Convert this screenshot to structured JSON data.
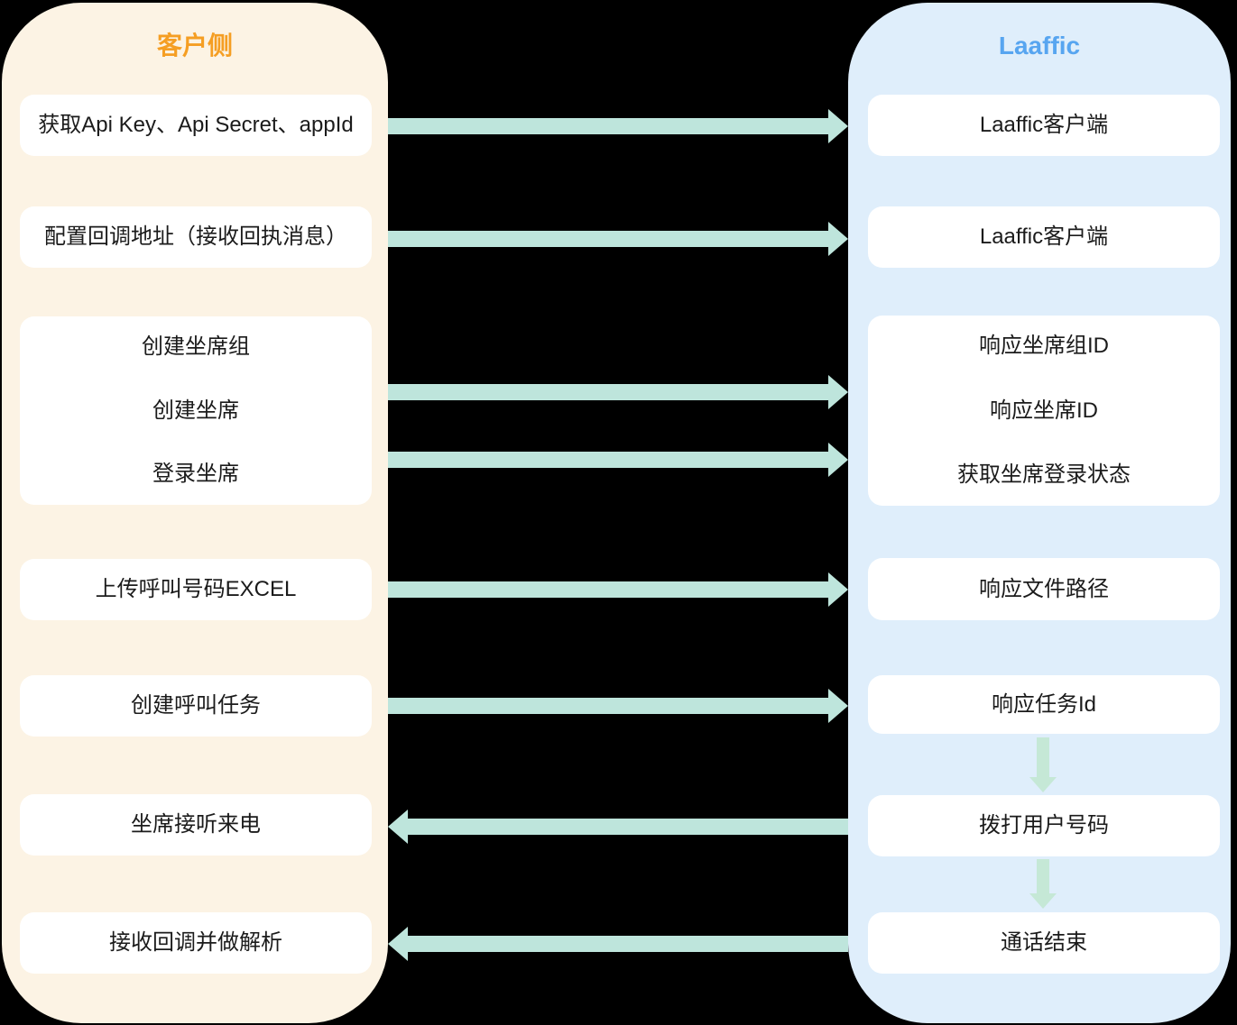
{
  "client_panel": {
    "title": "客户侧",
    "title_color": "#F59E23",
    "background": "#FCF3E4",
    "boxes": [
      {
        "label": "获取Api Key、Api Secret、appId"
      },
      {
        "label": "配置回调地址（接收回执消息）"
      },
      {
        "lines": [
          "创建坐席组",
          "创建坐席",
          "登录坐席"
        ]
      },
      {
        "label": "上传呼叫号码EXCEL"
      },
      {
        "label": "创建呼叫任务"
      },
      {
        "label": "坐席接听来电"
      },
      {
        "label": "接收回调并做解析"
      }
    ]
  },
  "laaffic_panel": {
    "title": "Laaffic",
    "title_color": "#57A5F0",
    "background": "#DFEEFB",
    "boxes": [
      {
        "label": "Laaffic客户端"
      },
      {
        "label": "Laaffic客户端"
      },
      {
        "lines": [
          "响应坐席组ID",
          "响应坐席ID",
          "获取坐席登录状态"
        ]
      },
      {
        "label": "响应文件路径"
      },
      {
        "label": "响应任务Id"
      },
      {
        "label": "拨打用户号码"
      },
      {
        "label": "通话结束"
      }
    ]
  },
  "arrows": {
    "horizontal_color": "#BEE5DC",
    "vertical_color": "#C5E8D6",
    "connections": [
      {
        "from": "获取Api Key、Api Secret、appId",
        "to": "Laaffic客户端",
        "direction": "right"
      },
      {
        "from": "配置回调地址（接收回执消息）",
        "to": "Laaffic客户端",
        "direction": "right"
      },
      {
        "from": "创建坐席 / 创建坐席组",
        "to": "响应坐席ID / 响应坐席组ID",
        "direction": "right"
      },
      {
        "from": "登录坐席",
        "to": "获取坐席登录状态",
        "direction": "right"
      },
      {
        "from": "上传呼叫号码EXCEL",
        "to": "响应文件路径",
        "direction": "right"
      },
      {
        "from": "创建呼叫任务",
        "to": "响应任务Id",
        "direction": "right"
      },
      {
        "from": "拨打用户号码",
        "to": "坐席接听来电",
        "direction": "left"
      },
      {
        "from": "通话结束",
        "to": "接收回调并做解析",
        "direction": "left"
      },
      {
        "from": "响应任务Id",
        "to": "拨打用户号码",
        "direction": "down"
      },
      {
        "from": "拨打用户号码",
        "to": "通话结束",
        "direction": "down"
      }
    ]
  }
}
